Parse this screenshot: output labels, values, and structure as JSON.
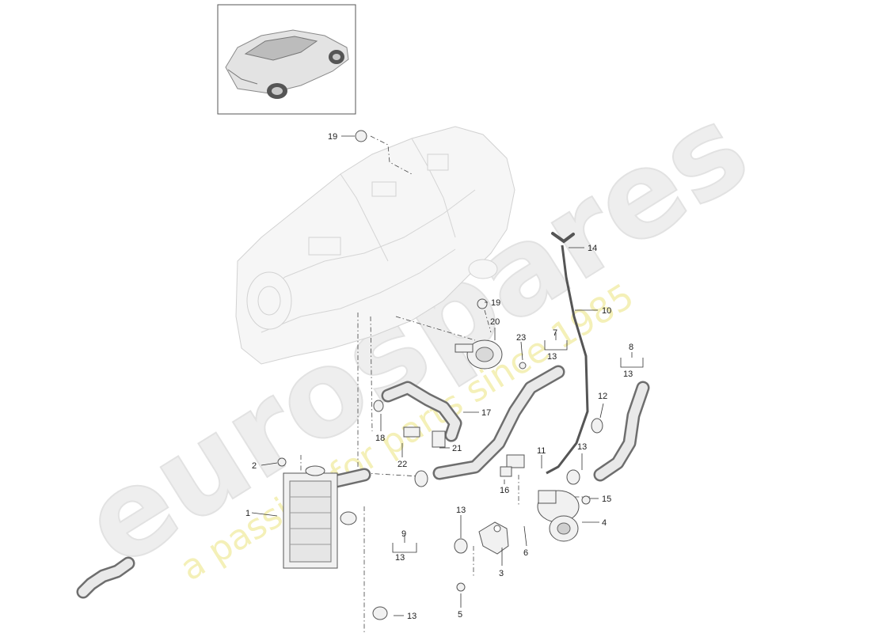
{
  "watermark": {
    "brand": "eurospares",
    "tagline": "a passion for parts since 1985"
  },
  "thumbnail": {
    "icon": "car-icon"
  },
  "callouts": {
    "c1": "1",
    "c2": "2",
    "c3": "3",
    "c4": "4",
    "c5": "5",
    "c6": "6",
    "c7": "7",
    "c8": "8",
    "c9": "9",
    "c10": "10",
    "c11": "11",
    "c12": "12",
    "c13_7": "13",
    "c13_8": "13",
    "c13_9": "13",
    "c13_a": "13",
    "c13_b": "13",
    "c13_c": "13",
    "c14": "14",
    "c15": "15",
    "c16": "16",
    "c17": "17",
    "c18": "18",
    "c19_top": "19",
    "c19_mid": "19",
    "c20": "20",
    "c21": "21",
    "c22": "22",
    "c23": "23"
  }
}
